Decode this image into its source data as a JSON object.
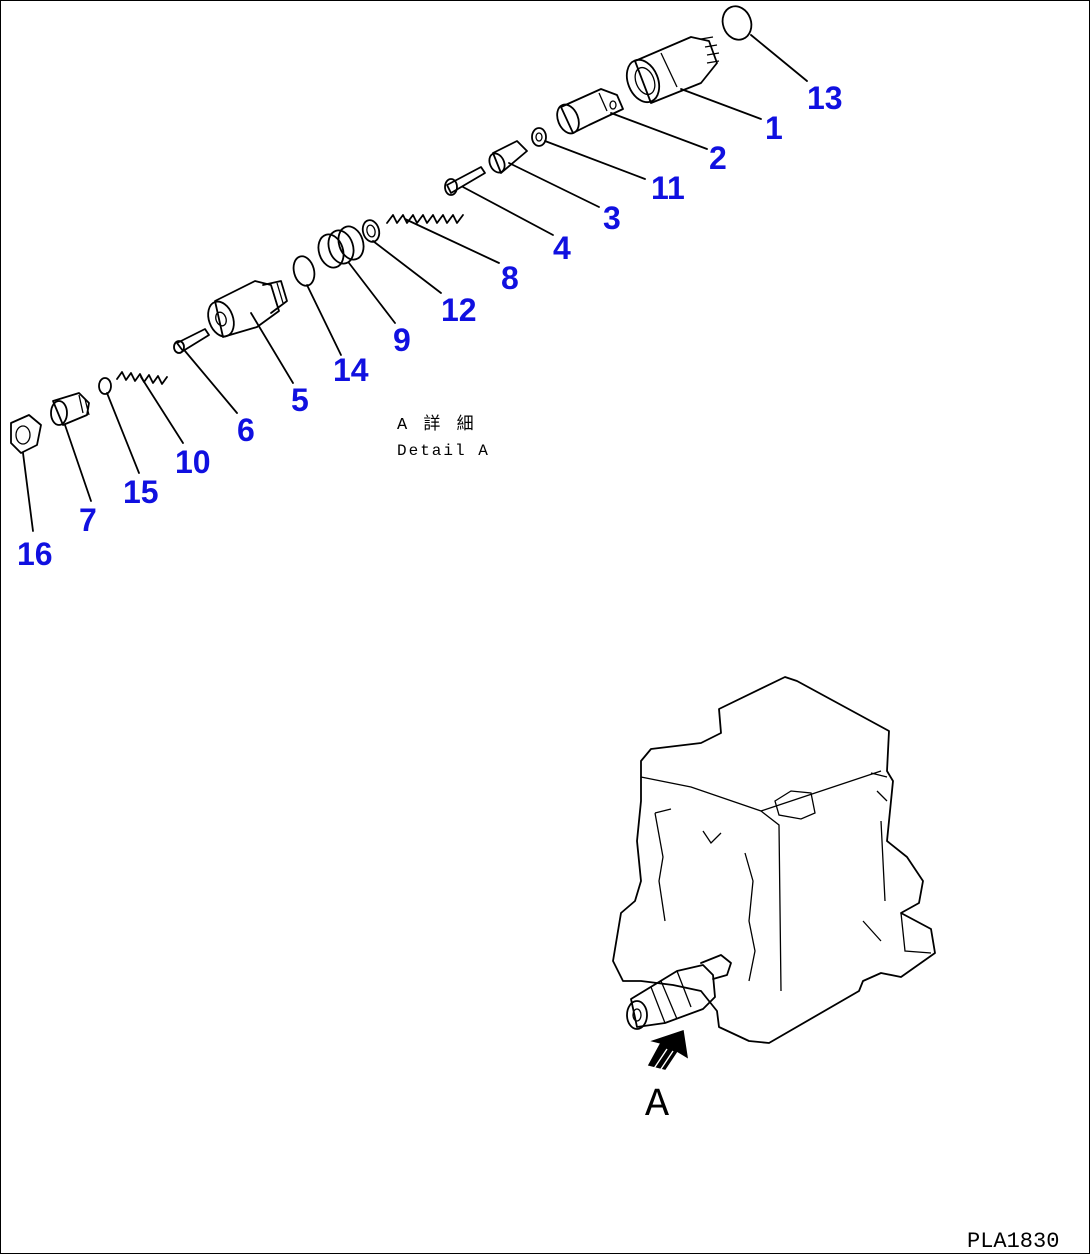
{
  "colors": {
    "callout": "#1010e0",
    "line": "#000000",
    "background": "#ffffff"
  },
  "callouts": [
    "1",
    "2",
    "3",
    "4",
    "5",
    "6",
    "7",
    "8",
    "9",
    "10",
    "11",
    "12",
    "13",
    "14",
    "15",
    "16"
  ],
  "detail": {
    "title_jp": "A 詳 細",
    "title_en": "Detail A"
  },
  "view_label": "A",
  "drawing_code": "PLA1830"
}
